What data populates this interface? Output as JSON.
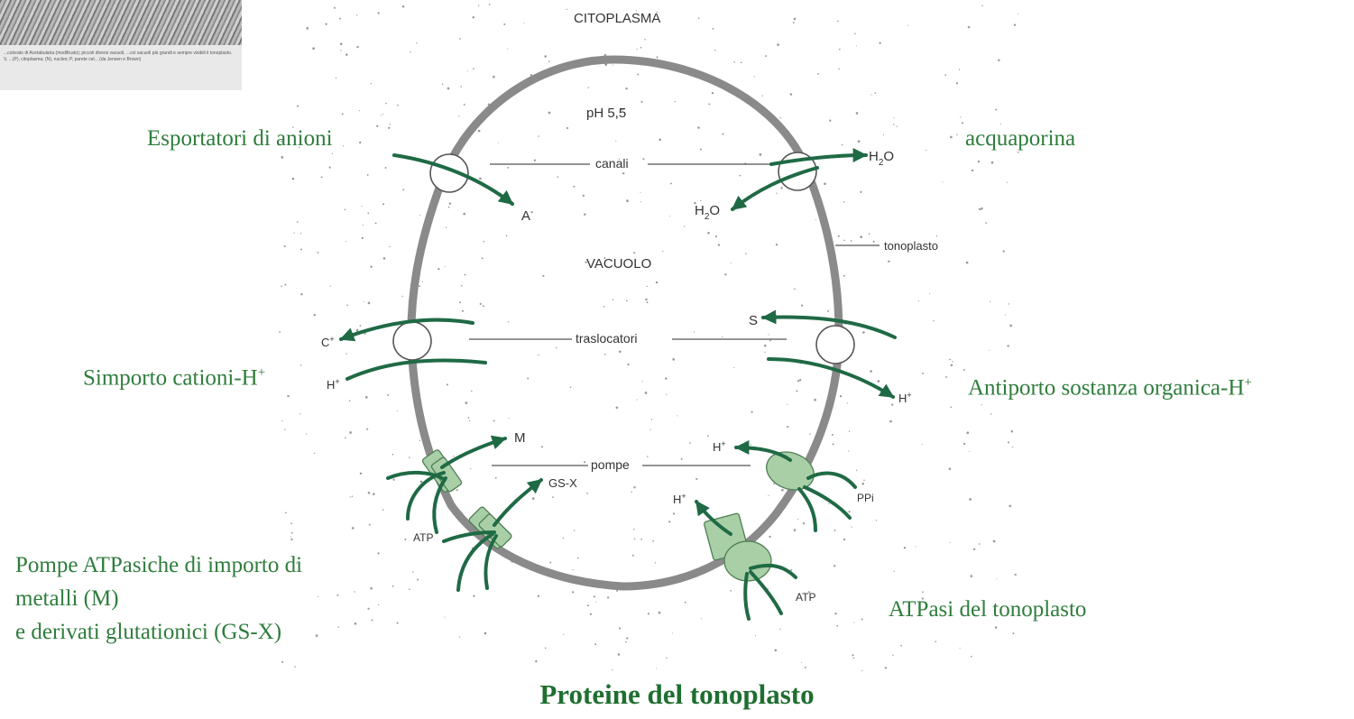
{
  "thumbnail": {
    "caption": "...colorato di Acetabularia (modificato); piccoli diversi vacuoli, ...coi vacuoli più grandi e sempre visibili il tonoplasto. V, ...(P), citoplasma; (N), nucleo; P, parete cel... (da Jensen e Brown)"
  },
  "diagram": {
    "cytoplasm": "CITOPLASMA",
    "ph": "pH 5,5",
    "vacuole": "VACUOLO",
    "tonoplast": "tonoplasto",
    "channels": "canali",
    "translocators": "traslocatori",
    "pumps": "pompe",
    "anion": "A",
    "anion_sup": "-",
    "water_out_h": "H",
    "water_out_sub": "2",
    "water_out_o": "O",
    "water_in_h": "H",
    "water_in_sub": "2",
    "water_in_o": "O",
    "cation": "C",
    "cation_sup": "+",
    "proton_sym": "H",
    "proton_sym_sup": "+",
    "substance": "S",
    "proton_anti": "H",
    "proton_anti_sup": "+",
    "metal": "M",
    "gsx": "GS-X",
    "atp_left": "ATP",
    "proton_ppase": "H",
    "proton_ppase_sup": "+",
    "ppi": "PPi",
    "proton_atpase": "H",
    "proton_atpase_sup": "+",
    "atp_right": "ATP"
  },
  "labels": {
    "anion_exporters": "Esportatori di anioni",
    "aquaporin": "acquaporina",
    "symport_main": "Simporto cationi-H",
    "symport_sup": "+",
    "antiport_main": "Antiporto sostanza organica-H",
    "antiport_sup": "+",
    "pumps_line1": "Pompe ATPasiche di importo di",
    "pumps_line2": "metalli (M)",
    "pumps_line3": "e derivati glutationici (GS-X)",
    "tonoplast_atpase": "ATPasi del tonoplasto"
  },
  "title": "Proteine del tonoplasto",
  "colors": {
    "label_green": "#2e7d3c",
    "arrow_green": "#1f6a45",
    "protein_fill": "#a9cfa7",
    "membrane": "#8a8a8a"
  }
}
